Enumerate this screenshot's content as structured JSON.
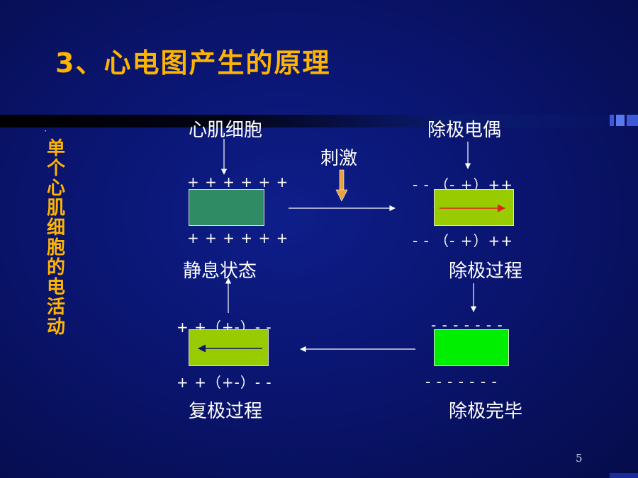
{
  "slide": {
    "title": "3、心电图产生的原理",
    "side_bullet": "·",
    "side_label": "单个心肌细胞的电活动",
    "page_number": "5"
  },
  "diagram": {
    "cell_label": "心肌细胞",
    "dipole_label": "除极电偶",
    "stimulus_label": "刺激",
    "resting": {
      "charge_top": "+ + + + + +",
      "charge_bottom": "+ + + + + +",
      "caption": "静息状态",
      "color": "#2e8b64"
    },
    "depolarizing": {
      "charge_top": "- -  （- +）++",
      "charge_bottom": "- -  （- +）++",
      "caption": "除极过程",
      "color": "#99cc00"
    },
    "depolarized": {
      "charge_top": "- - - - -  - -",
      "charge_bottom": "- - - - -  - -",
      "caption": "除极完毕",
      "color": "#00ee00"
    },
    "repolarizing": {
      "charge_top": "+ +（+-）- -",
      "charge_bottom": "+ +（+-）- -",
      "caption": "复极过程",
      "color": "#99cc00"
    }
  },
  "colors": {
    "title": "#ffb400",
    "background": "#0a1570",
    "arrow": "#ffffff",
    "inner_arrow_depol": "#e02020",
    "inner_arrow_repol": "#0a1570",
    "stimulus_arrow": "#e8a040"
  }
}
